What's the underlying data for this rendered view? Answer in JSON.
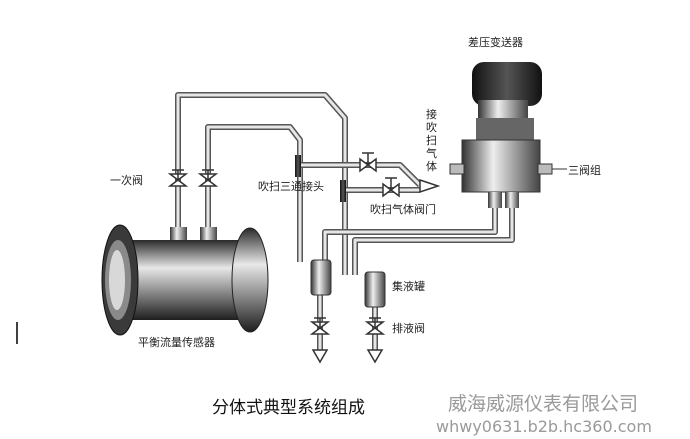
{
  "labels": {
    "transmitter": "差压变送器",
    "purge_gas_inlet": [
      "接",
      "吹",
      "扫",
      "气",
      "体"
    ],
    "primary_valve": "一次阀",
    "purge_tee": "吹扫三通接头",
    "purge_gas_valve": "吹扫气体阀门",
    "three_valve_manifold": "三阀组",
    "condensate_pot": "集液罐",
    "drain_valve": "排液阀",
    "flow_sensor": "平衡流量传感器"
  },
  "caption": "分体式典型系统组成",
  "watermark": {
    "company": "威海威源仪表有限公司",
    "url": "whwy0631.b2b.hc360.com"
  }
}
